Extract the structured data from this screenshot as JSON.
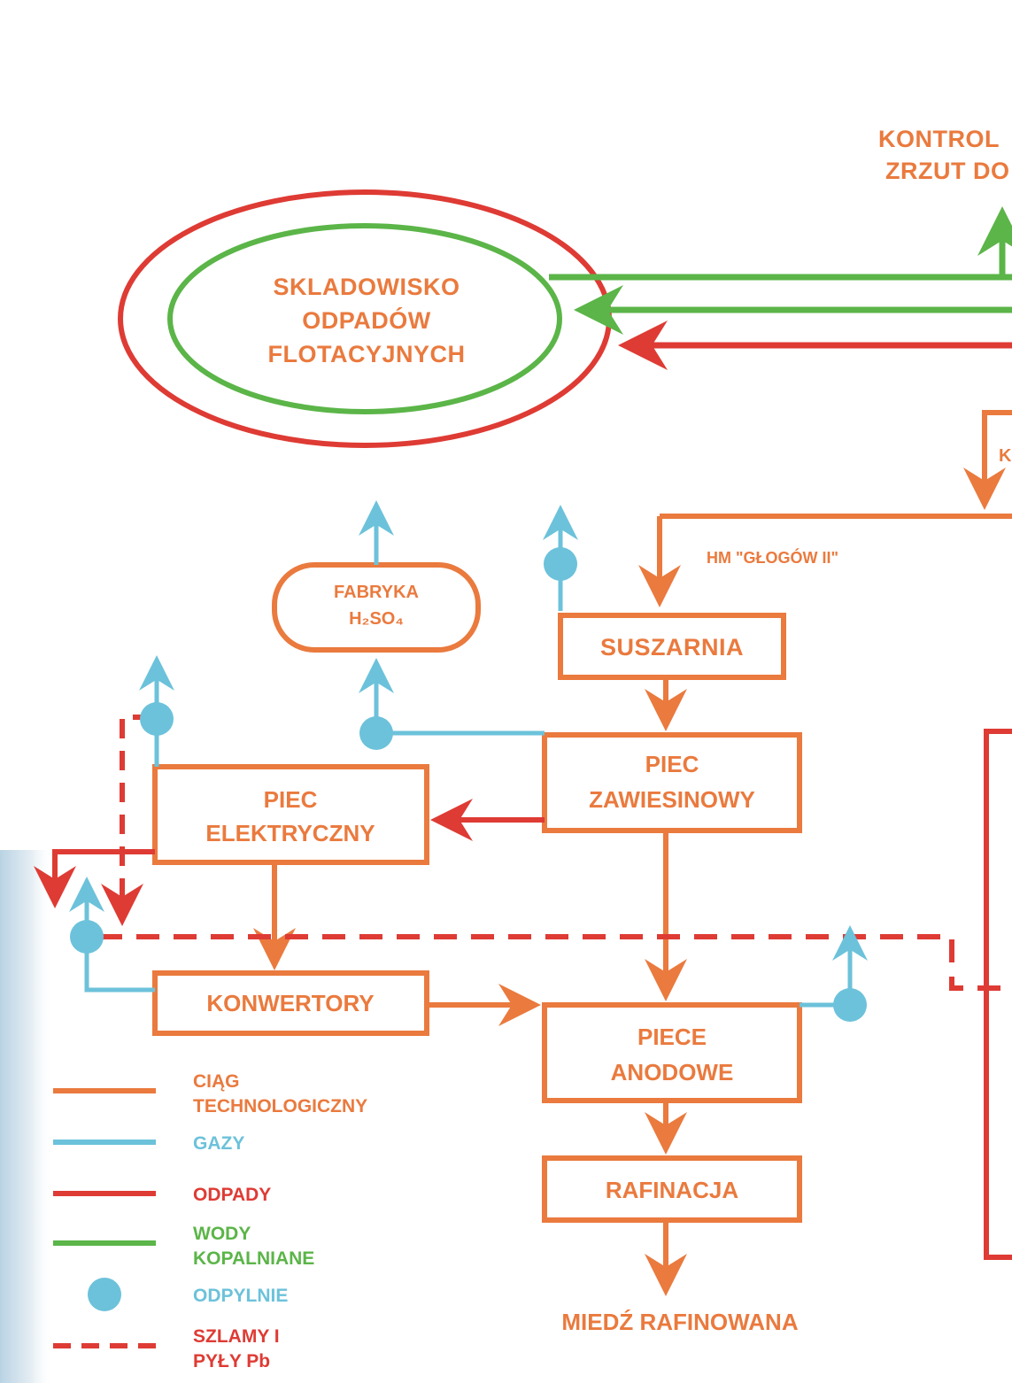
{
  "colors": {
    "process": "#ea7a3e",
    "gas": "#6cc2da",
    "waste": "#de3b34",
    "mine_water": "#5bb548"
  },
  "labels": {
    "top_right_1": "KONTROL",
    "top_right_2": "ZRZUT DO",
    "tailings_1": "SKLADOWISKO",
    "tailings_2": "ODPADÓW",
    "tailings_3": "FLOTACYJNYCH",
    "partial_k": "K",
    "smelter_line": "HM \"GŁOGÓW II\"",
    "acid_plant_1": "FABRYKA",
    "acid_plant_2": "H₂SO₄",
    "dryer": "SUSZARNIA",
    "flash_furnace_1": "PIEC",
    "flash_furnace_2": "ZAWIESINOWY",
    "electric_furnace_1": "PIEC",
    "electric_furnace_2": "ELEKTRYCZNY",
    "converters": "KONWERTORY",
    "anode_furnaces_1": "PIECE",
    "anode_furnaces_2": "ANODOWE",
    "refining": "RAFINACJA",
    "product": "MIEDŹ RAFINOWANA"
  },
  "legend": [
    {
      "line1": "CIĄG",
      "line2": "TECHNOLOGICZNY",
      "color": "#ea7a3e",
      "style": "solid-line"
    },
    {
      "line1": "GAZY",
      "line2": "",
      "color": "#6cc2da",
      "style": "solid-line"
    },
    {
      "line1": "ODPADY",
      "line2": "",
      "color": "#de3b34",
      "style": "solid-line"
    },
    {
      "line1": "WODY",
      "line2": "KOPALNIANE",
      "color": "#5bb548",
      "style": "solid-line"
    },
    {
      "line1": "ODPYLNIE",
      "line2": "",
      "color": "#6cc2da",
      "style": "dot"
    },
    {
      "line1": "SZLAMY I",
      "line2": "PYŁY Pb",
      "color": "#de3b34",
      "style": "dashed-line"
    }
  ]
}
